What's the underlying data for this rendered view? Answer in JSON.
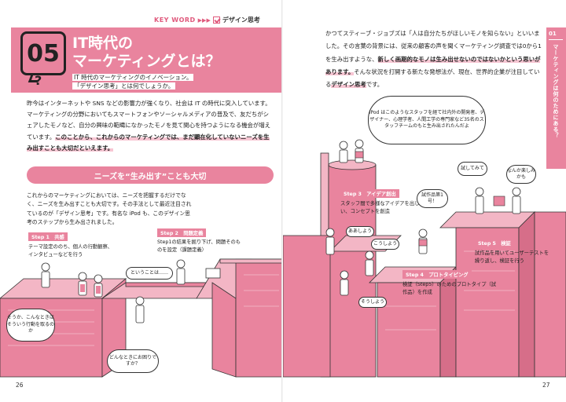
{
  "header": {
    "keyword": "KEY WORD",
    "arrows": "▶▶▶",
    "topic": "デザイン思考"
  },
  "title": {
    "number": "05",
    "q": "?",
    "line1": "IT時代の",
    "line2": "マーケティングとは？",
    "sub1": "IT 時代のマーケティングのイノベーション。",
    "sub2": "「デザイン思考」とは何でしょうか。"
  },
  "left_body": {
    "p1": "昨今はインターネットや SNS などの影響力が強くなり、社会は IT の時代に突入しています。マーケティングの分野においてもスマートフォンやソーシャルメディアの普及で、友だちがシェアしたモノなど、自分の興味の範疇になかったモノを見て関心を持つようになる機会が増えています。",
    "p1_bold": "このことから、これからのマーケティングでは、まだ顕在化していないニーズを生み出すことも大切だといえます。"
  },
  "section": {
    "heading": "ニーズを“生み出す”ことも大切"
  },
  "intro": {
    "text": "これからのマーケティングにおいては、ニーズを把握するだけでなく、ニーズを生み出すことも大切です。その手法として最近注目されているのが「デザイン思考」です。有名な iPod も、このデザイン思考のステップから生み出されました。"
  },
  "steps": [
    {
      "label": "Step 1　共感",
      "desc": "テーマ設定ののち、個人の行動観察、インタビューなどを行う"
    },
    {
      "label": "Step 2　問題定義",
      "desc": "Step1の結果を掘り下げ、問題そのものを設定（課題定義）"
    },
    {
      "label": "Step 3　アイデア創出",
      "desc": "スタッフ間で多様なアイデアを出し合い、コンセプトを創造"
    },
    {
      "label": "Step 4　プロトタイピング",
      "desc": "検証（Step5）のためのプロトタイプ（試作品）を作成"
    },
    {
      "label": "Step 5　検証",
      "desc": "試作品を用いてユーザーテストを繰り返し、検証を行う"
    }
  ],
  "bubbles": {
    "b1": "そうか、こんなときはそういう行動を取るのか",
    "b2": "どんなときにお困りですか？",
    "b3": "ということは……",
    "b4": "iPod はこのようなスタッフを経て社内外の開発者、デザイナー、心理学者、人間工学の専門家など35名のスタッフチームのもと生み出されたんだよ",
    "b5": "試作品第1号！",
    "b6": "ああしよう",
    "b7": "こうしよう",
    "b8": "そうしよう",
    "b9": "試してみて",
    "b10": "なんか楽しみかも"
  },
  "right_body": {
    "p1": "かつてスティーブ・ジョブズは「人は自分たちがほしいモノを知らない」といいました。その言葉の背景には、従来の顧客の声を聞くマーケティング調査では0から1を生み出すような、",
    "p1_bold": "新しく画期的なモノは生み出せないのではないかという思いがあります。",
    "p2": "そんな状況を打開する新たな発想法が、現在、世界的企業が注目している",
    "p2_bold": "デザイン思考",
    "p3": "です。"
  },
  "side_tab": {
    "num": "01",
    "text": "マーケティングは何のためにある？"
  },
  "pages": {
    "left": "26",
    "right": "27"
  },
  "colors": {
    "accent": "#e9849e",
    "ink": "#222222"
  }
}
